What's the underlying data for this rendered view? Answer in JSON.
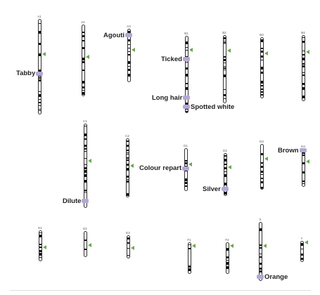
{
  "chromosomes": [
    {
      "id": "A1",
      "name": "A1",
      "length": 1.0,
      "markers": [
        0.37
      ],
      "loci": [
        {
          "label": "Tabby",
          "pos": 0.57,
          "side": "left"
        }
      ]
    },
    {
      "id": "A2",
      "name": "A2",
      "length": 0.75,
      "markers": [
        0.45
      ],
      "loci": []
    },
    {
      "id": "A3",
      "name": "A3",
      "length": 0.56,
      "markers": [
        0.4
      ],
      "loci": [
        {
          "label": "Agouti",
          "pos": 0.12,
          "side": "left"
        }
      ]
    },
    {
      "id": "B1",
      "name": "B1",
      "length": 0.81,
      "markers": [
        0.18
      ],
      "loci": [
        {
          "label": "Ticked",
          "pos": 0.3,
          "side": "left"
        },
        {
          "label": "Long hair",
          "pos": 0.8,
          "side": "left"
        },
        {
          "label": "Spotted white",
          "pos": 0.92,
          "side": "right"
        }
      ]
    },
    {
      "id": "B2",
      "name": "B2",
      "length": 0.71,
      "markers": [
        0.23
      ],
      "loci": []
    },
    {
      "id": "B3",
      "name": "B3",
      "length": 0.64,
      "markers": [
        0.27
      ],
      "loci": []
    },
    {
      "id": "B4",
      "name": "B4",
      "length": 0.69,
      "markers": [
        0.25
      ],
      "loci": []
    },
    {
      "id": "C1",
      "name": "C1",
      "length": 0.88,
      "markers": [
        0.44
      ],
      "loci": [
        {
          "label": "Dilute",
          "pos": 0.92,
          "side": "left"
        }
      ]
    },
    {
      "id": "C2",
      "name": "C2",
      "length": 0.62,
      "markers": [
        0.47
      ],
      "loci": []
    },
    {
      "id": "D1",
      "name": "D1",
      "length": 0.45,
      "markers": [
        0.37
      ],
      "loci": [
        {
          "label": "Colour repart",
          "pos": 0.47,
          "side": "left"
        }
      ]
    },
    {
      "id": "D2",
      "name": "D2",
      "length": 0.45,
      "markers": [
        0.33
      ],
      "loci": [
        {
          "label": "Silver",
          "pos": 0.84,
          "side": "left"
        }
      ]
    },
    {
      "id": "D3",
      "name": "D3",
      "length": 0.48,
      "markers": [
        0.32
      ],
      "loci": []
    },
    {
      "id": "D4",
      "name": "D4",
      "length": 0.4,
      "markers": [
        0.33
      ],
      "loci": [
        {
          "label": "Brown",
          "pos": 0.04,
          "side": "left"
        }
      ]
    },
    {
      "id": "E1",
      "name": "E1",
      "length": 0.32,
      "markers": [
        0.54
      ],
      "loci": []
    },
    {
      "id": "E2",
      "name": "E2",
      "length": 0.27,
      "markers": [
        0.55
      ],
      "loci": []
    },
    {
      "id": "E3",
      "name": "E3",
      "length": 0.24,
      "markers": [
        0.55
      ],
      "loci": []
    },
    {
      "id": "F1",
      "name": "F1",
      "length": 0.33,
      "markers": [
        0.12
      ],
      "loci": []
    },
    {
      "id": "F2",
      "name": "F2",
      "length": 0.33,
      "markers": [
        0.12
      ],
      "loci": []
    },
    {
      "id": "X",
      "name": "X",
      "length": 0.62,
      "markers": [
        0.41
      ],
      "loci": [
        {
          "label": "Orange",
          "pos": 0.93,
          "side": "right"
        }
      ]
    },
    {
      "id": "Y",
      "name": "Y",
      "length": 0.22,
      "markers": [
        0.08
      ],
      "loci": []
    }
  ],
  "colors": {
    "locus": "#b4a7d6",
    "marker": "#6aa84f",
    "band": "#111111",
    "outline": "#333333"
  }
}
